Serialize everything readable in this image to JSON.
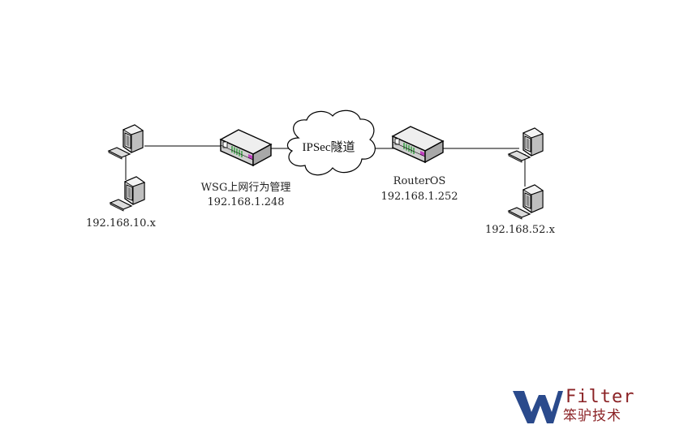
{
  "nodes": {
    "left_network": {
      "label": "192.168.10.x"
    },
    "wsg_router": {
      "name": "WSG上网行为管理",
      "ip": "192.168.1.248"
    },
    "tunnel": {
      "label": "IPSec隧道"
    },
    "routeros": {
      "name": "RouterOS",
      "ip": "192.168.1.252"
    },
    "right_network": {
      "label": "192.168.52.x"
    }
  },
  "logo": {
    "text_en": "Filter",
    "text_cn": "笨驴技术",
    "colors": {
      "w_blue": "#2a4a8c",
      "text_red": "#8b2326"
    }
  },
  "colors": {
    "line": "#000000",
    "device_body": "#d9d9d9",
    "router_port": "#2f9e3a",
    "router_accent": "#c040c0"
  }
}
